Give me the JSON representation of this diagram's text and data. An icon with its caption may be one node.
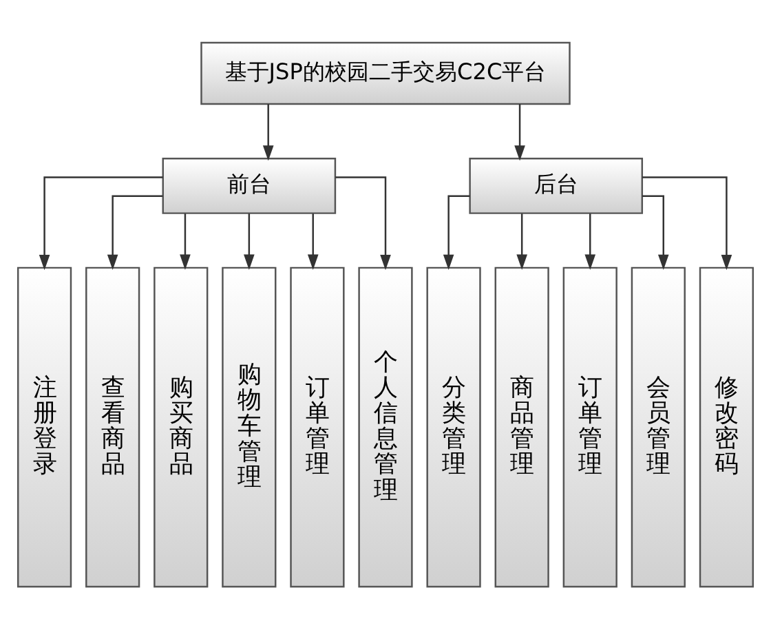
{
  "diagram": {
    "nodes": [
      {
        "text": [
          "基于JSP的校园二手交易C2C平台"
        ]
      },
      {
        "text": [
          "前台"
        ]
      },
      {
        "text": [
          "后台"
        ]
      },
      {
        "text": [
          "注册登录"
        ]
      },
      {
        "text": [
          "查看商品"
        ]
      },
      {
        "text": [
          "购买商品"
        ]
      },
      {
        "text": [
          "购物车管理"
        ]
      },
      {
        "text": [
          "订单管理"
        ]
      },
      {
        "text": [
          "个人信息管理"
        ]
      },
      {
        "text": [
          "分类管理"
        ]
      },
      {
        "text": [
          "商品管理"
        ]
      },
      {
        "text": [
          "订单管理"
        ]
      },
      {
        "text": [
          "会员管理"
        ]
      },
      {
        "text": [
          "修改密码"
        ]
      }
    ],
    "edges": [
      {
        "from": 0,
        "to": 1,
        "arrow": "to"
      },
      {
        "from": 0,
        "to": 2,
        "arrow": "to"
      },
      {
        "from": 1,
        "to": 3,
        "arrow": "to"
      },
      {
        "from": 1,
        "to": 4,
        "arrow": "to"
      },
      {
        "from": 1,
        "to": 5,
        "arrow": "to"
      },
      {
        "from": 1,
        "to": 6,
        "arrow": "to"
      },
      {
        "from": 1,
        "to": 7,
        "arrow": "to"
      },
      {
        "from": 1,
        "to": 8,
        "arrow": "to"
      },
      {
        "from": 2,
        "to": 9,
        "arrow": "to"
      },
      {
        "from": 2,
        "to": 10,
        "arrow": "to"
      },
      {
        "from": 2,
        "to": 11,
        "arrow": "to"
      },
      {
        "from": 2,
        "to": 12,
        "arrow": "to"
      },
      {
        "from": 2,
        "to": 13,
        "arrow": "to"
      }
    ]
  }
}
